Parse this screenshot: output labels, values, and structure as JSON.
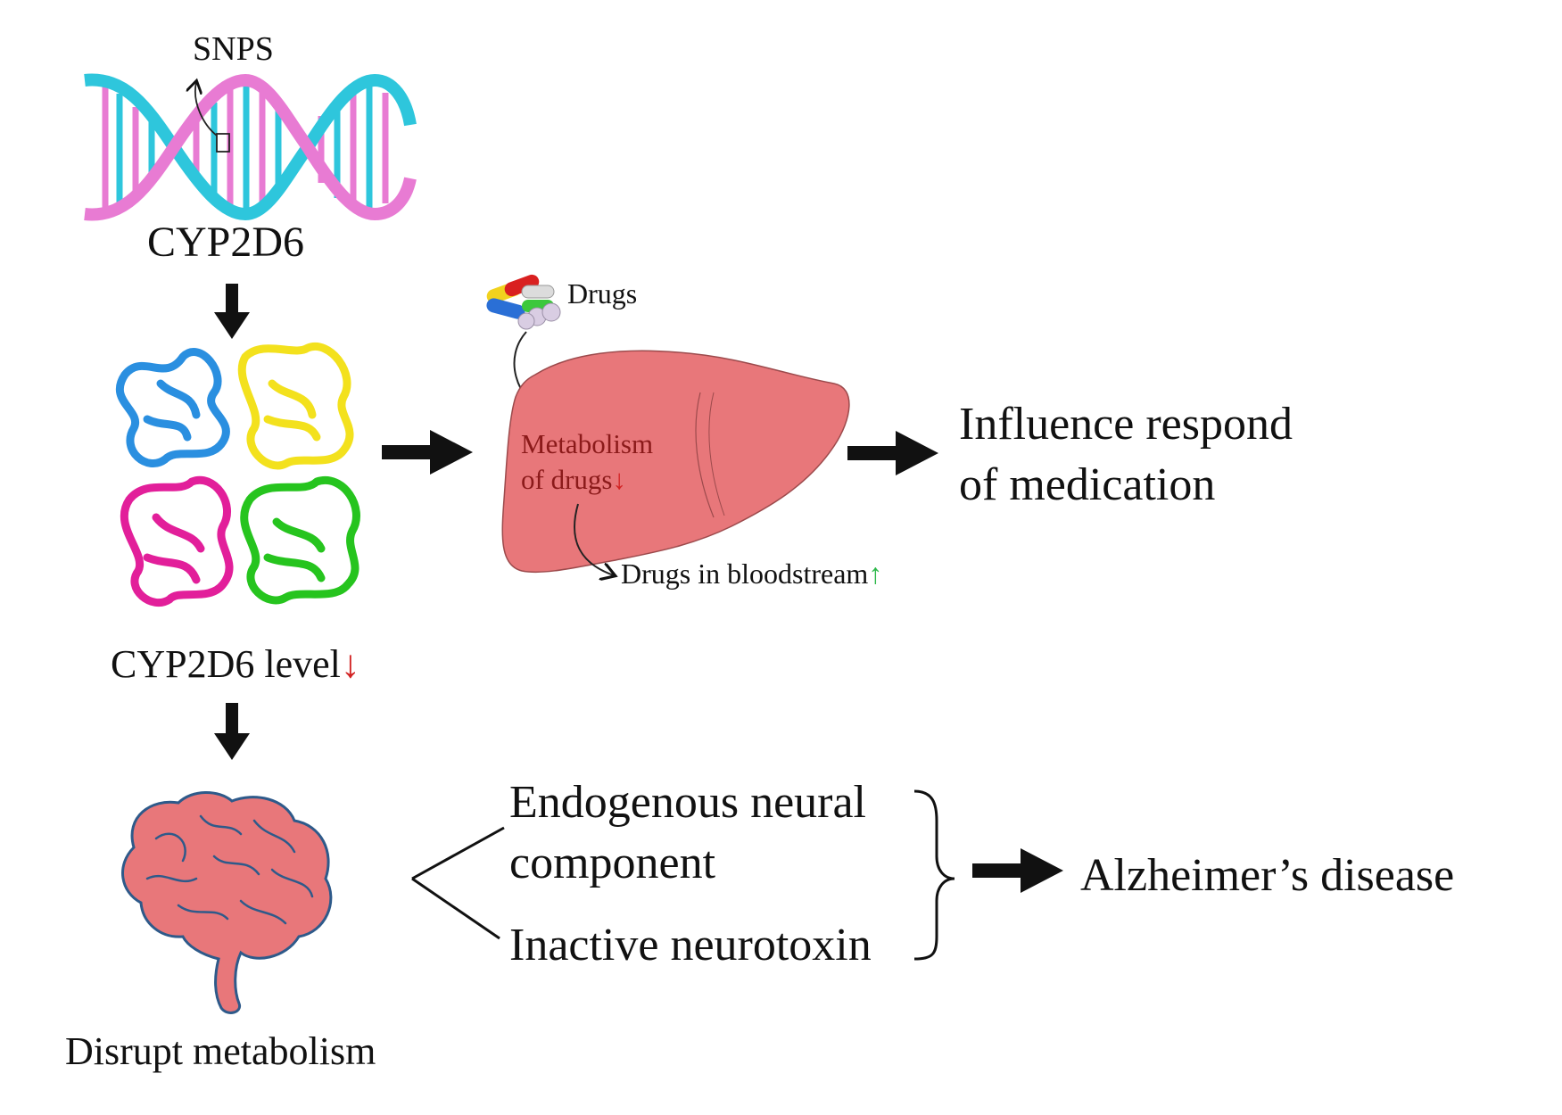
{
  "labels": {
    "snps": "SNPS",
    "gene": "CYP2D6",
    "drugs": "Drugs",
    "metabolism_line1": "Metabolism",
    "metabolism_line2": "of drugs",
    "bloodstream": "Drugs in bloodstream",
    "influence_line1": "Influence respond",
    "influence_line2": "of medication",
    "cyp_level": "CYP2D6 level",
    "endogenous_line1": "Endogenous neural",
    "endogenous_line2": "component",
    "inactive": "Inactive neurotoxin",
    "alzheimers": "Alzheimer’s disease",
    "disrupt": "Disrupt metabolism"
  },
  "symbols": {
    "down_arrow": "↓",
    "up_arrow": "↑"
  },
  "colors": {
    "dna_cyan": "#2ec6dc",
    "dna_pink": "#e87bd3",
    "protein_blue": "#2a8fe0",
    "protein_yellow": "#f3e11d",
    "protein_magenta": "#e21f9a",
    "protein_green": "#26c41e",
    "liver": "#e8777a",
    "brain": "#e8777a",
    "decrease_red": "#d22222",
    "increase_green": "#2db84a"
  }
}
